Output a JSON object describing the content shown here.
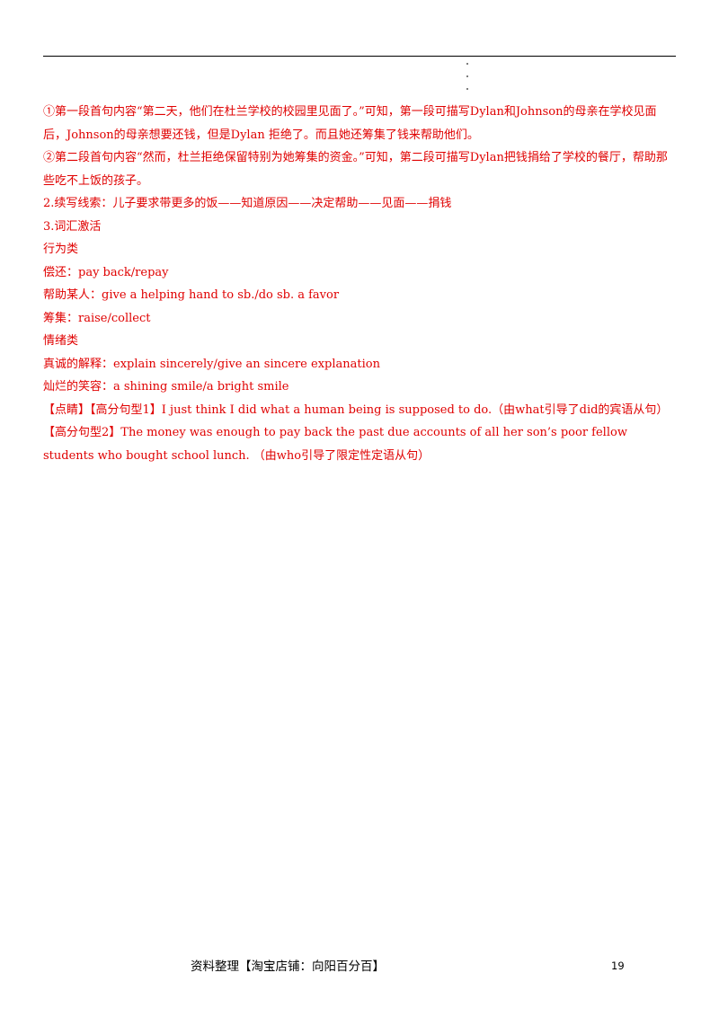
{
  "content": {
    "para1": "①第一段首句内容“第二天，他们在杜兰学校的校园里见面了。”可知，第一段可描写Dylan和Johnson的母亲在学校见面后，Johnson的母亲想要还钱，但是Dylan 拒绝了。而且她还筹集了钱来帮助他们。",
    "para2": "②第二段首句内容“然而，杜兰拒绝保留特别为她筹集的资金。”可知，第二段可描写Dylan把钱捐给了学校的餐厅，帮助那些吃不上饭的孩子。",
    "clue": "2.续写线索：儿子要求带更多的饭——知道原因——决定帮助——见面——捐钱",
    "vocab_heading": "3.词汇激活",
    "action_heading": "行为类",
    "action_1": "偿还：pay back/repay",
    "action_2": "帮助某人：give a helping hand to sb./do sb. a favor",
    "action_3": "筹集：raise/collect",
    "emotion_heading": "情绪类",
    "emotion_1": "真诚的解释：explain sincerely/give an sincere explanation",
    "emotion_2": "灿烂的笑容：a shining smile/a bright smile",
    "sentence_1": "【点睛】【高分句型1】I just think I did what a human being is supposed to do.（由what引导了did的宾语从句）",
    "sentence_2": "【高分句型2】The money was enough to pay back the past due accounts of all her son’s poor fellow students who bought school lunch. （由who引导了限定性定语从句）"
  },
  "footer": {
    "text": "资料整理【淘宝店铺：向阳百分百】",
    "page_number": "19"
  }
}
